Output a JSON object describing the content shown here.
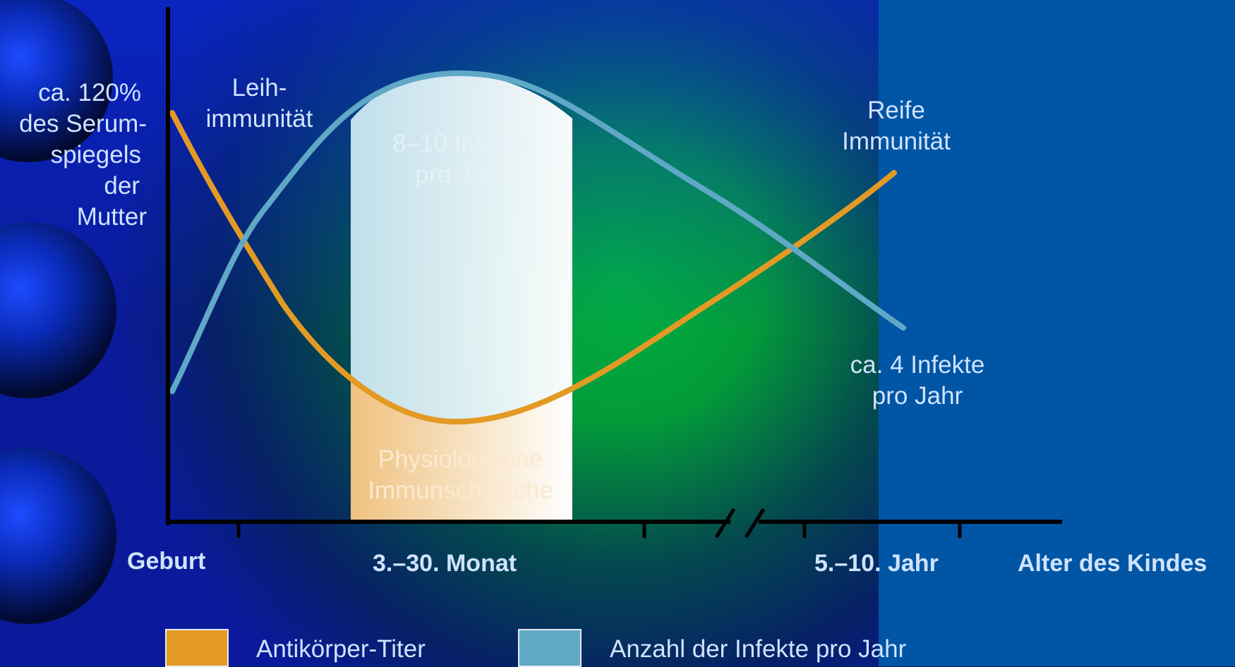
{
  "y_label_lines": [
    "ca. 120%",
    "des Serum-",
    "spiegels",
    "der",
    "Mutter"
  ],
  "annotations": {
    "leih_lines": [
      "Leih-",
      "immunität"
    ],
    "reife_lines": [
      "Reife",
      "Immunität"
    ],
    "vier_lines": [
      "ca. 4 Infekte",
      "pro Jahr"
    ]
  },
  "band": {
    "upper_lines": [
      "8–10 Infekte",
      "pro Jahr"
    ],
    "lower_lines": [
      "Physiologische",
      "Immunschwäche"
    ]
  },
  "x_axis": {
    "geburt": "Geburt",
    "monat": "3.–30. Monat",
    "jahr": "5.–10. Jahr",
    "title": "Alter des Kindes"
  },
  "legend": [
    {
      "label": "Antikörper-Titer",
      "color": "#e39a24"
    },
    {
      "label": "Anzahl der Infekte pro Jahr",
      "color": "#5fa8c6"
    }
  ],
  "colors": {
    "antibody": "#e39a24",
    "infection": "#5fa8c6",
    "right_panel": "#0055a4",
    "text": "#cfe3ff"
  }
}
